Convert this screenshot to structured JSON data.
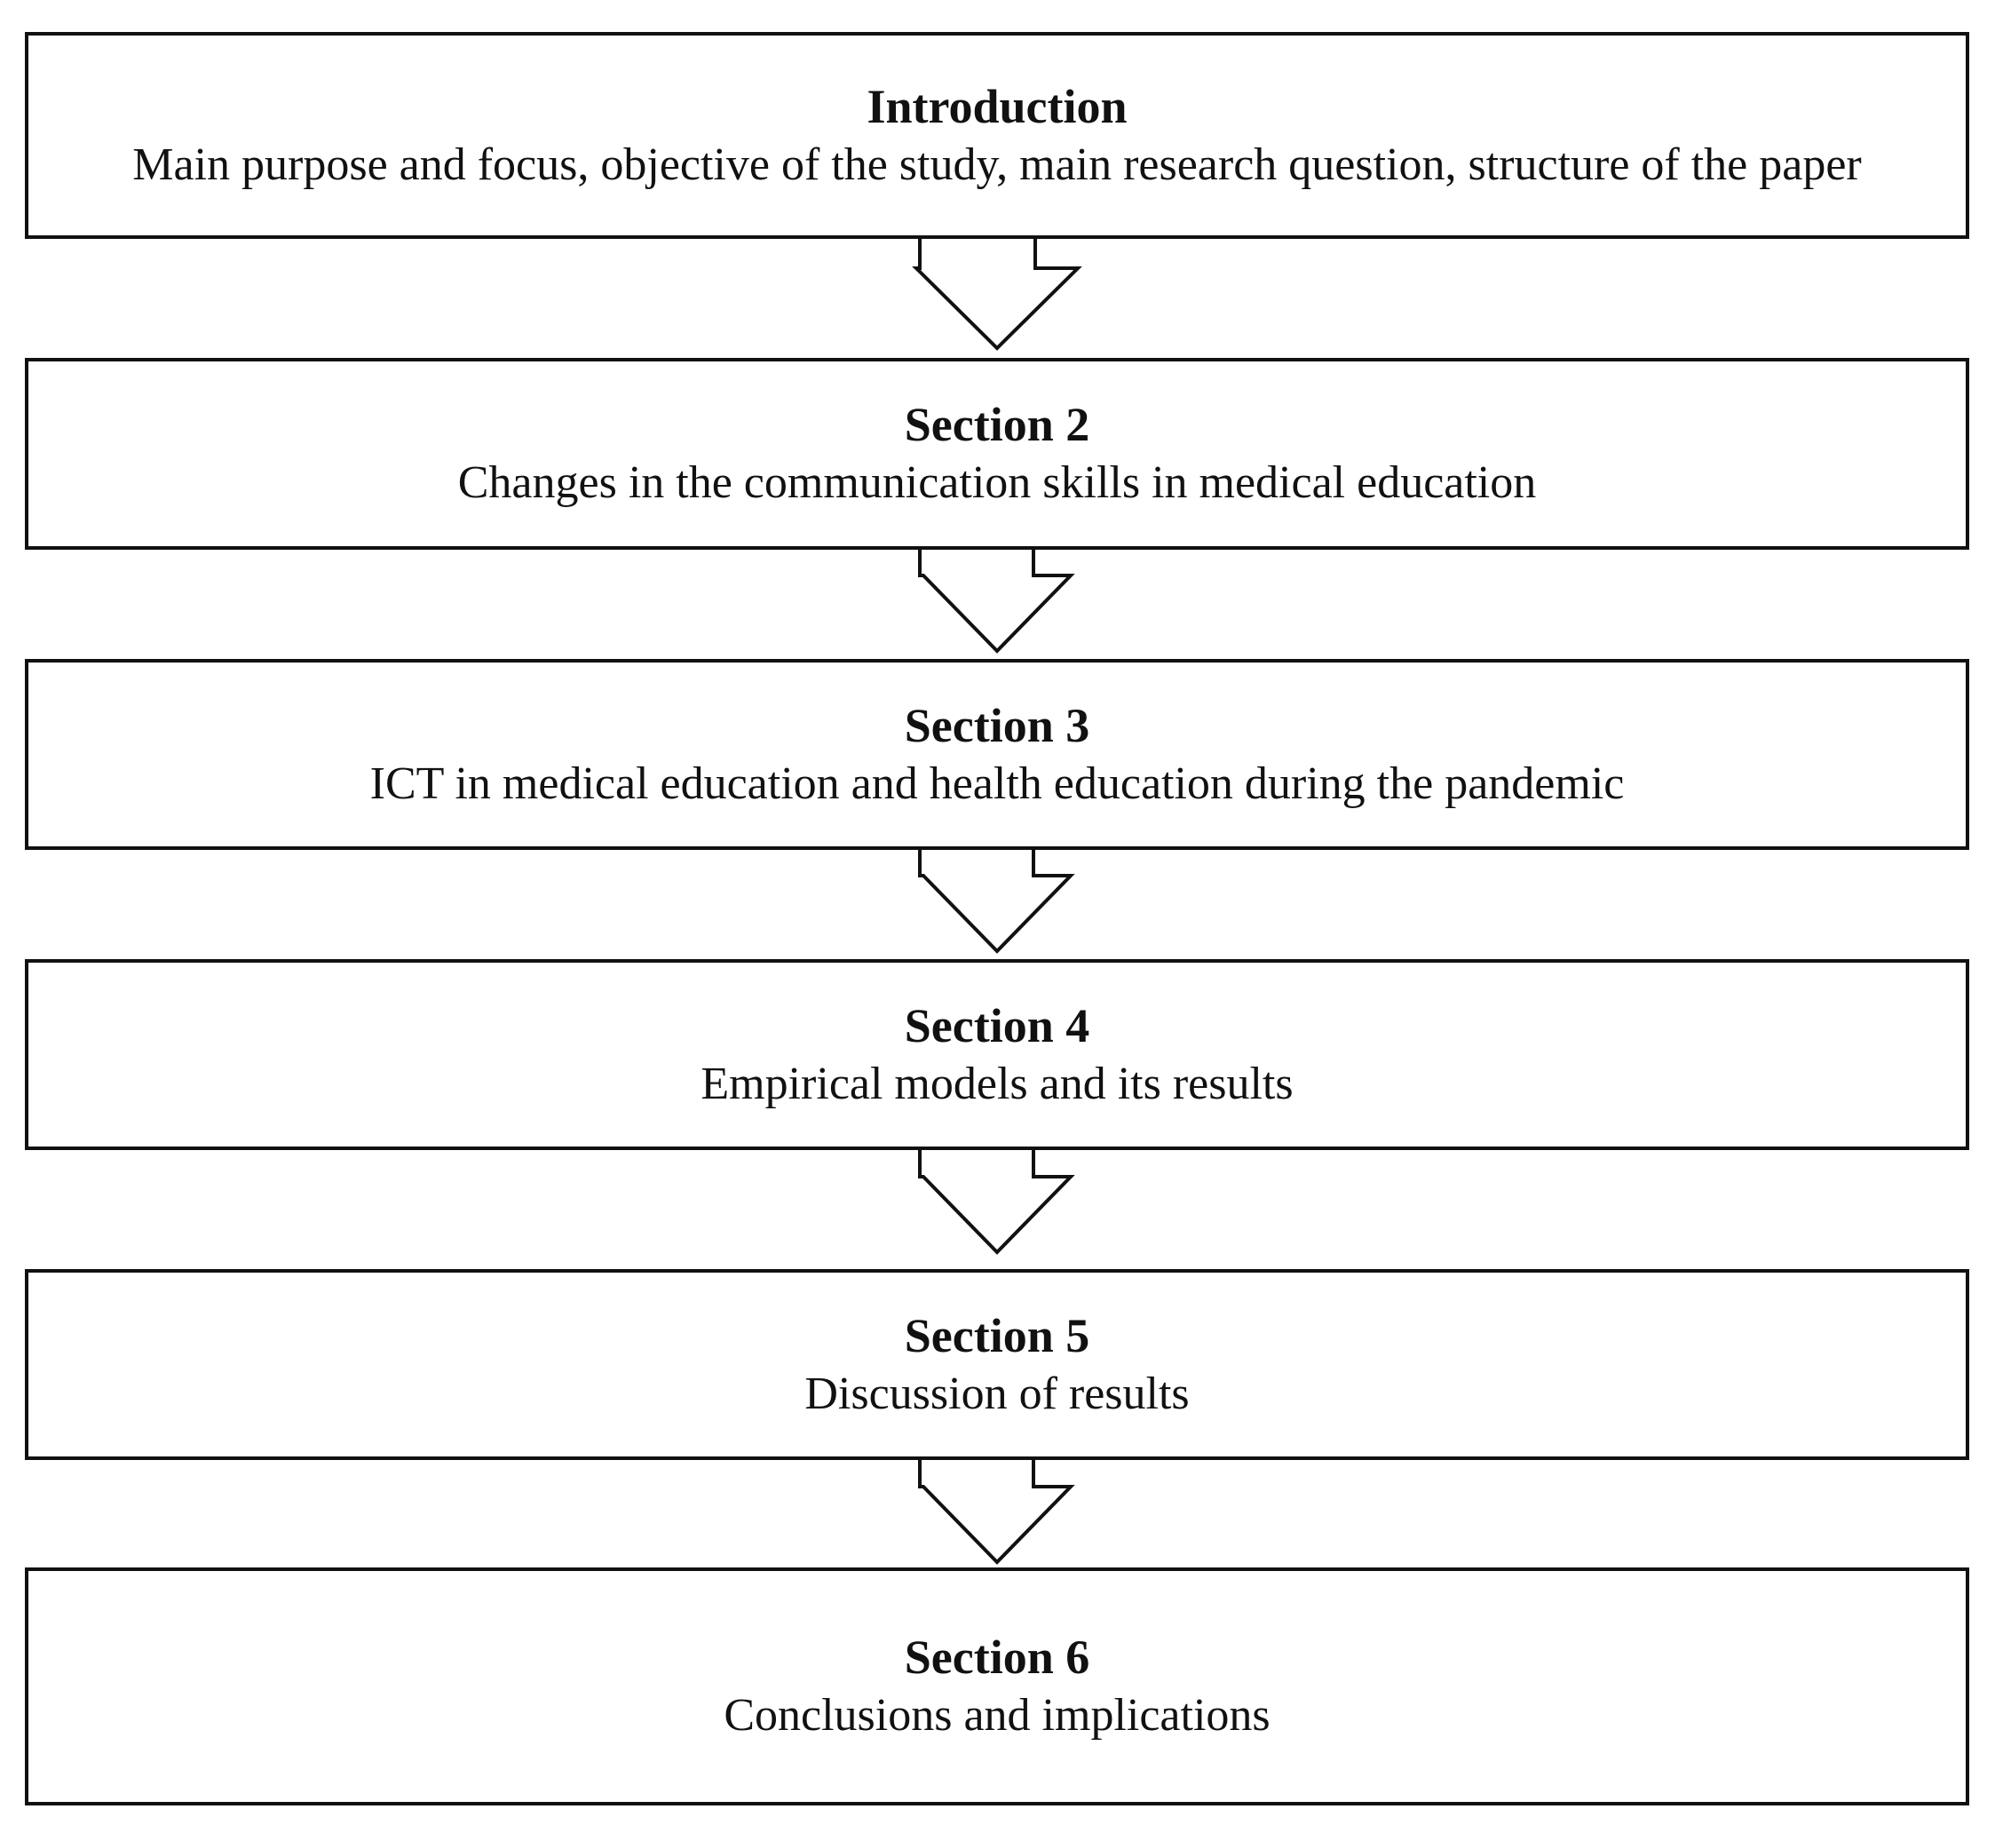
{
  "diagram": {
    "boxes": [
      {
        "title": "Introduction",
        "description": "Main purpose and focus, objective of the study, main research question, structure of the paper"
      },
      {
        "title": "Section 2",
        "description": "Changes in the communication skills in medical education"
      },
      {
        "title": "Section 3",
        "description": "ICT in medical education and health education during the pandemic"
      },
      {
        "title": "Section 4",
        "description": "Empirical models and its results"
      },
      {
        "title": "Section 5",
        "description": "Discussion of results"
      },
      {
        "title": "Section 6",
        "description": "Conclusions and implications"
      }
    ],
    "colors": {
      "stroke": "#111111",
      "fill": "#ffffff"
    },
    "arrow_style": "hollow-down-arrow"
  }
}
